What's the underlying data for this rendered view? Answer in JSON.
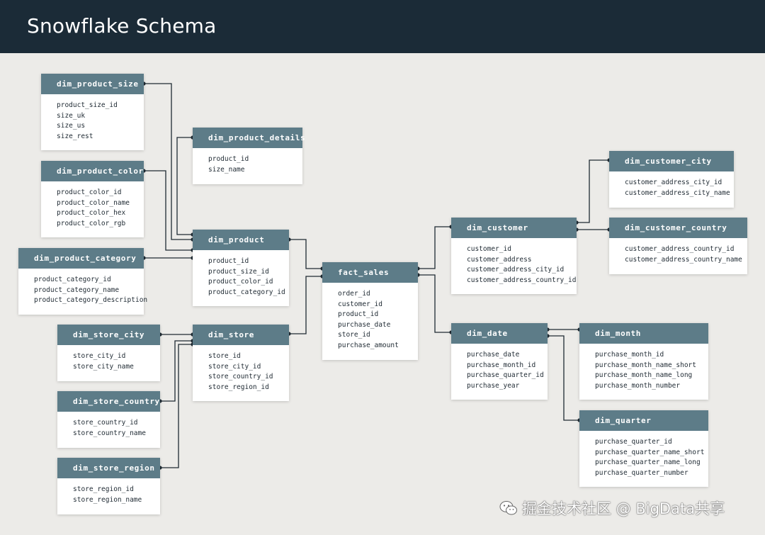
{
  "title": "Snowflake Schema",
  "colors": {
    "header_bg": "#1b2b37",
    "table_header": "#5d7c88",
    "canvas": "#ecebe8",
    "line": "#1f2a33"
  },
  "tables": {
    "dim_product_size": {
      "name": "dim_product_size",
      "columns": [
        "product_size_id",
        "size_uk",
        "size_us",
        "size_rest"
      ]
    },
    "dim_product_details": {
      "name": "dim_product_details",
      "columns": [
        "product_id",
        "size_name"
      ]
    },
    "dim_product_color": {
      "name": "dim_product_color",
      "columns": [
        "product_color_id",
        "product_color_name",
        "product_color_hex",
        "product_color_rgb"
      ]
    },
    "dim_product_category": {
      "name": "dim_product_category",
      "columns": [
        "product_category_id",
        "product_category_name",
        "product_category_description"
      ]
    },
    "dim_product": {
      "name": "dim_product",
      "columns": [
        "product_id",
        "product_size_id",
        "product_color_id",
        "product_category_id"
      ]
    },
    "fact_sales": {
      "name": "fact_sales",
      "columns": [
        "order_id",
        "customer_id",
        "product_id",
        "purchase_date",
        "store_id",
        "purchase_amount"
      ]
    },
    "dim_store_city": {
      "name": "dim_store_city",
      "columns": [
        "store_city_id",
        "store_city_name"
      ]
    },
    "dim_store": {
      "name": "dim_store",
      "columns": [
        "store_id",
        "store_city_id",
        "store_country_id",
        "store_region_id"
      ]
    },
    "dim_store_country": {
      "name": "dim_store_country",
      "columns": [
        "store_country_id",
        "store_country_name"
      ]
    },
    "dim_store_region": {
      "name": "dim_store_region",
      "columns": [
        "store_region_id",
        "store_region_name"
      ]
    },
    "dim_customer": {
      "name": "dim_customer",
      "columns": [
        "customer_id",
        "customer_address",
        "customer_address_city_id",
        "customer_address_country_id"
      ]
    },
    "dim_customer_city": {
      "name": "dim_customer_city",
      "columns": [
        "customer_address_city_id",
        "customer_address_city_name"
      ]
    },
    "dim_customer_country": {
      "name": "dim_customer_country",
      "columns": [
        "customer_address_country_id",
        "customer_address_country_name"
      ]
    },
    "dim_date": {
      "name": "dim_date",
      "columns": [
        "purchase_date",
        "purchase_month_id",
        "purchase_quarter_id",
        "purchase_year"
      ]
    },
    "dim_month": {
      "name": "dim_month",
      "columns": [
        "purchase_month_id",
        "purchase_month_name_short",
        "purchase_month_name_long",
        "purchase_month_number"
      ]
    },
    "dim_quarter": {
      "name": "dim_quarter",
      "columns": [
        "purchase_quarter_id",
        "purchase_quarter_name_short",
        "purchase_quarter_name_long",
        "purchase_quarter_number"
      ]
    }
  },
  "watermark": {
    "icon": "wechat-icon",
    "text": "掘金技术社区 @ BigData共享"
  }
}
